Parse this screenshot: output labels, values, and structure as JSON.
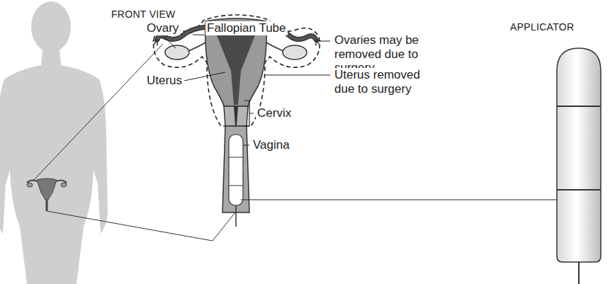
{
  "diagram": {
    "labels": [
      "FRONT VIEW",
      "Ovary",
      "Fallopian Tube",
      "Ovaries may be removed due to surgery",
      "Uterus",
      "Uterus removed due to surgery",
      "Cervix",
      "Vagina",
      "APPLICATOR"
    ]
  }
}
